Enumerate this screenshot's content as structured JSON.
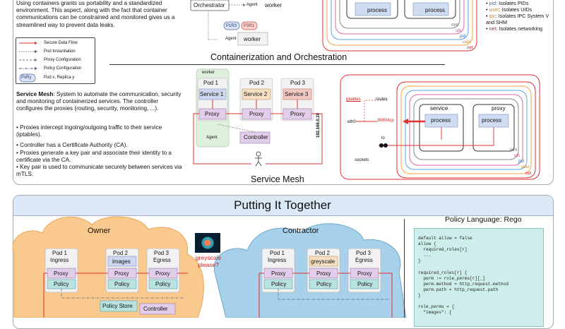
{
  "colors": {
    "secure_flow": "#e03131",
    "pod_inst": "#555555",
    "proxy_cfg": "#7a7a7a",
    "policy_cfg": "#4a5a80",
    "replica_fill": "#dbe3f5",
    "proxy_fill": "#e2cdea",
    "policy_fill": "#b9e3e0",
    "service1_fill": "#cfd7ee",
    "service2_fill": "#f7dfc4",
    "service3_fill": "#f3c9c4",
    "owner_cloud": "#f9c98e",
    "contractor_cloud": "#a7d0ea",
    "rego_bg": "#cdeeea",
    "banner_bg": "#dbe9f7"
  },
  "top_left": {
    "intro_text": "Using containers grants us portability and a standardized environment. This aspect, along with the fact that container communications can be constrained and monitored gives us a streamlined way to prevent data leaks.",
    "orchestrator_label": "Orchestrator",
    "agent_label": "Agent",
    "worker_label": "worker",
    "replica_a": "P1R3",
    "replica_b": "P3R1"
  },
  "legend": {
    "items": [
      {
        "label": "Secure Data Flow",
        "icon": "solid-red-arrow"
      },
      {
        "label": "Pod Instantiation",
        "icon": "dotted-gray-arrow"
      },
      {
        "label": "Proxy Configuration",
        "icon": "dashed-gray-arrow"
      },
      {
        "label": "Policy Configuration",
        "icon": "dashdot-blue-arrow"
      }
    ],
    "replica_symbol": "PxRy",
    "replica_label": "Pod x, Replica y"
  },
  "ns_top": {
    "service_a": "process",
    "service_b": "process",
    "rings": [
      "mnt",
      "uts",
      "pid",
      "user",
      "net"
    ],
    "bullets": [
      {
        "key": "pid",
        "text": ": Isolates PIDs"
      },
      {
        "key": "user",
        "text": ": Isolates UIDs"
      },
      {
        "key": "ipc",
        "text": ": Isolates IPC System V and SHM"
      },
      {
        "key": "net",
        "text": ": Isolates networking"
      }
    ]
  },
  "section1_title": "Containerization and Orchestration",
  "service_mesh": {
    "desc": "System to automate the communication, security and monitoring of containerized services. The controller configures the proxies (routing, security, monitoring, ...).",
    "desc_lead": "Service Mesh",
    "bullets": [
      "Proxies intercept ingoing/outgoing traffic to their service (iptables).",
      "Controller has a Certificate Authority (CA).",
      "Proxies generate a key pair and associate their identity to a certificate via the CA.",
      "Key pair is used to communicate securely between services via mTLS."
    ],
    "worker": "worker",
    "pods": [
      {
        "name": "Pod 1",
        "service": "Service 1",
        "proxy": "Proxy"
      },
      {
        "name": "Pod 2",
        "service": "Service 2",
        "proxy": "Proxy"
      },
      {
        "name": "Pod 3",
        "service": "Service 3",
        "proxy": "Proxy"
      }
    ],
    "agent": "Agent",
    "controller": "Controller",
    "title": "Service Mesh"
  },
  "network": {
    "ip": "192.168.0.20",
    "iptables": "iptables",
    "routes": "routes",
    "eth0": "eth0",
    "port": ":8080/tcp",
    "lo": "lo",
    "sockets": "sockets",
    "service": "service",
    "proxy": "proxy",
    "proc_a": "process",
    "proc_b": "process",
    "rings": [
      "mnt",
      "uts",
      "pid",
      "user",
      "net"
    ]
  },
  "banner_title": "Putting It Together",
  "owner": {
    "title": "Owner",
    "pods": [
      {
        "name": "Pod 1",
        "role": "Ingress",
        "proxy": "Proxy",
        "policy": "Policy"
      },
      {
        "name": "Pod 2",
        "role": "images",
        "proxy": "Proxy",
        "policy": "Policy"
      },
      {
        "name": "Pod 3",
        "role": "Egress",
        "proxy": "Proxy",
        "policy": "Policy"
      }
    ],
    "policy_store": "Policy Store",
    "controller": "Controller"
  },
  "question": "greyscale please?",
  "contractor": {
    "title": "Contractor",
    "pods": [
      {
        "name": "Pod 1",
        "role": "Ingress",
        "proxy": "Proxy",
        "policy": "Policy"
      },
      {
        "name": "Pod 2",
        "role": "greyscale",
        "proxy": "Proxy",
        "policy": "Policy"
      },
      {
        "name": "Pod 3",
        "role": "Egress",
        "proxy": "Proxy",
        "policy": "Policy"
      }
    ]
  },
  "rego": {
    "title": "Policy Language: Rego",
    "lines": [
      "default allow = false",
      "allow {",
      "  required_roles[r]",
      "  ...",
      "}",
      "",
      "required_roles[r] {",
      "  perm := role_perms[r][_]",
      "  perm.method = http_request.method",
      "  perm.path = http_request.path",
      "}",
      "",
      "role_perms = {",
      "  \"images\": {"
    ]
  }
}
